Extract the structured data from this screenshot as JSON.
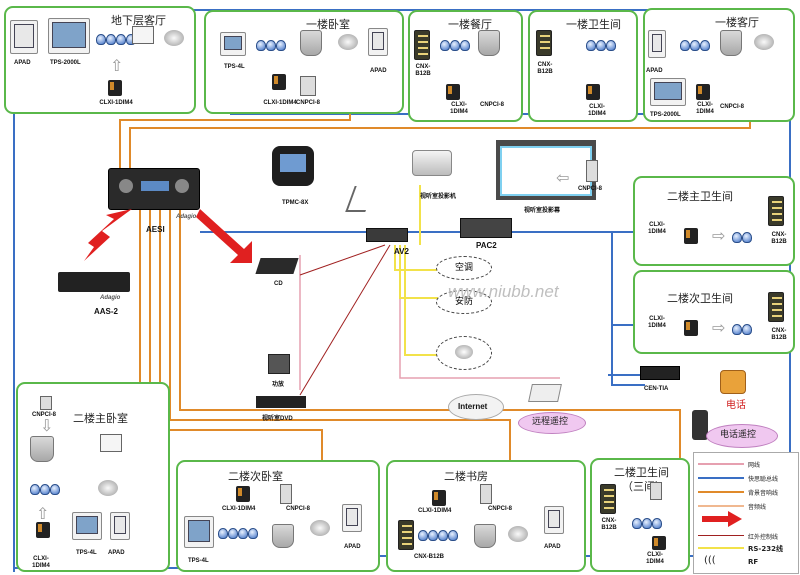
{
  "rooms": {
    "basement_living": "地下层客厅",
    "master_bedroom_1f": "一楼卧室",
    "dining_1f": "一楼餐厅",
    "bathroom_1f": "一楼卫生间",
    "living_1f": "一楼客厅",
    "master_bath_2f": "二楼主卫生间",
    "second_bath_2f": "二楼次卫生间",
    "master_bedroom_2f": "二楼主卧室",
    "second_bedroom_2f": "二楼次卧室",
    "study_2f": "二楼书房",
    "bathroom_2f_line1": "二楼卫生间",
    "bathroom_2f_line2": "（三间）"
  },
  "labels": {
    "apad": "APAD",
    "tps2000l": "TPS-2000L",
    "tps4l": "TPS-4L",
    "clxi": "CLXI-1DIM4",
    "cnpci": "CNPCI-8",
    "cnxb12b": "CNX-B12B",
    "aesi": "AESI",
    "aas2": "AAS-2",
    "cd": "CD",
    "tpmc": "TPMC-8X",
    "projector": "视听室投影机",
    "screen": "视听室投影幕",
    "pac2": "PAC2",
    "av2": "AV2",
    "amp": "功放",
    "dvd": "视听室DVD",
    "aircon": "空调",
    "security": "安防",
    "internet": "Internet",
    "remote": "远程遥控",
    "phone": "电话",
    "phone_remote": "电话遥控",
    "cen_tia": "CEN-TIA",
    "watermark": "www.niubb.net",
    "brand": "Adagio"
  },
  "legend": {
    "items": [
      {
        "label": "网线",
        "color": "#e6a0b0"
      },
      {
        "label": "快思聪总线",
        "color": "#3a6fc4"
      },
      {
        "label": "背景音响线",
        "color": "#e08a2a"
      },
      {
        "label": "音频线",
        "color": "#f0b890"
      },
      {
        "label": "",
        "color": "#e02020"
      },
      {
        "label": "红外控制线",
        "color": "#a02020"
      },
      {
        "label": "RS-232线",
        "color": "#f2e24a"
      },
      {
        "label": "RF",
        "color": "#222222"
      }
    ],
    "rs232": "RS-232线",
    "rf": "RF"
  }
}
